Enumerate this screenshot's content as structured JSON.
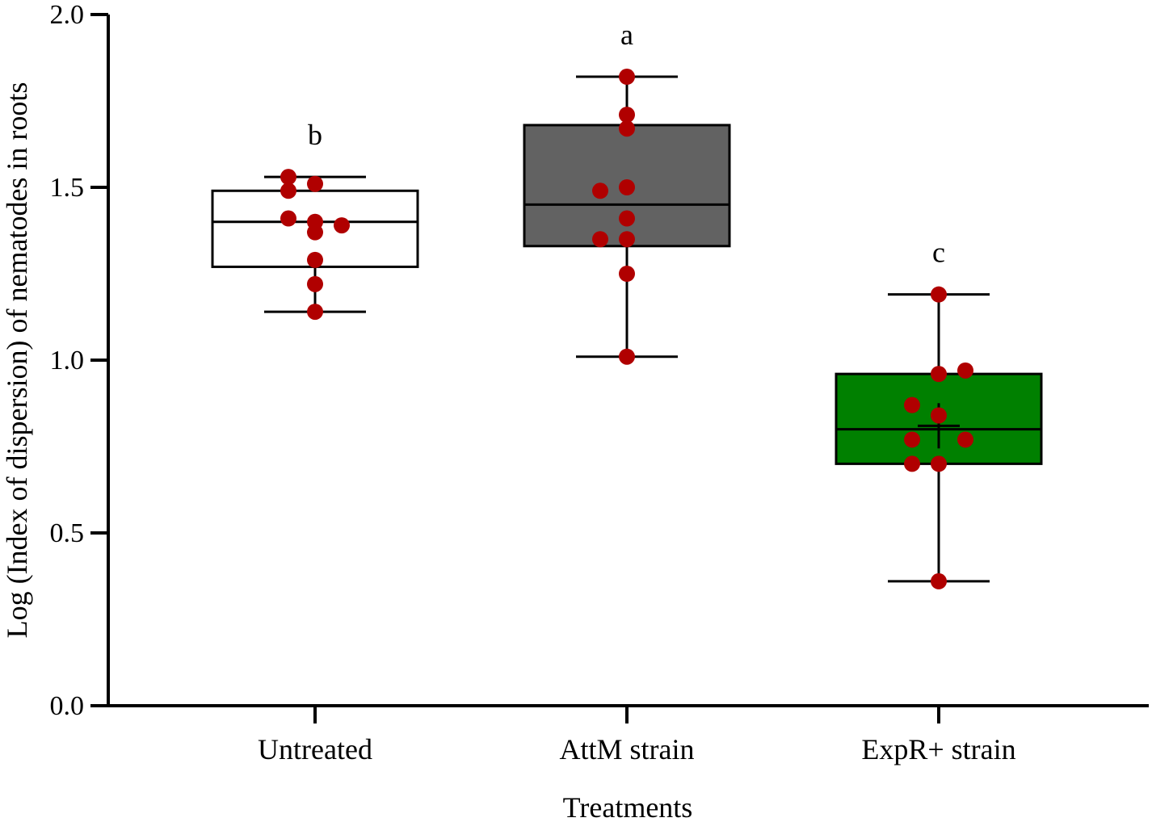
{
  "chart_data": {
    "type": "box",
    "xlabel": "Treatments",
    "ylabel": "Log (Index of dispersion) of nematodes in roots",
    "ylim": [
      0,
      2.0
    ],
    "yticks": [
      "0.0",
      "0.5",
      "1.0",
      "1.5",
      "2.0"
    ],
    "categories": [
      "Untreated",
      "AttM strain",
      "ExpR+ strain"
    ],
    "series": [
      {
        "category": "Untreated",
        "color": "#ffffff",
        "whisker_low": 1.14,
        "q1": 1.27,
        "median": 1.4,
        "q3": 1.49,
        "whisker_high": 1.53,
        "mean_marker": null,
        "significance": "b",
        "points": [
          {
            "dx": -0.1,
            "y": 1.53
          },
          {
            "dx": 0.0,
            "y": 1.51
          },
          {
            "dx": -0.1,
            "y": 1.49
          },
          {
            "dx": -0.1,
            "y": 1.41
          },
          {
            "dx": 0.0,
            "y": 1.4
          },
          {
            "dx": 0.1,
            "y": 1.39
          },
          {
            "dx": 0.0,
            "y": 1.37
          },
          {
            "dx": 0.0,
            "y": 1.29
          },
          {
            "dx": 0.0,
            "y": 1.22
          },
          {
            "dx": 0.0,
            "y": 1.14
          }
        ]
      },
      {
        "category": "AttM strain",
        "color": "#626262",
        "whisker_low": 1.01,
        "q1": 1.33,
        "median": 1.45,
        "q3": 1.68,
        "whisker_high": 1.82,
        "mean_marker": null,
        "significance": "a",
        "points": [
          {
            "dx": 0.0,
            "y": 1.82
          },
          {
            "dx": 0.0,
            "y": 1.71
          },
          {
            "dx": 0.0,
            "y": 1.67
          },
          {
            "dx": -0.1,
            "y": 1.49
          },
          {
            "dx": 0.0,
            "y": 1.5
          },
          {
            "dx": 0.0,
            "y": 1.41
          },
          {
            "dx": -0.1,
            "y": 1.35
          },
          {
            "dx": 0.0,
            "y": 1.35
          },
          {
            "dx": 0.0,
            "y": 1.25
          },
          {
            "dx": 0.0,
            "y": 1.01
          }
        ]
      },
      {
        "category": "ExpR+ strain",
        "color": "#008000",
        "whisker_low": 0.36,
        "q1": 0.7,
        "median": 0.8,
        "q3": 0.96,
        "whisker_high": 1.19,
        "mean_marker": 0.81,
        "significance": "c",
        "points": [
          {
            "dx": 0.0,
            "y": 1.19
          },
          {
            "dx": 0.0,
            "y": 0.96
          },
          {
            "dx": 0.1,
            "y": 0.97
          },
          {
            "dx": -0.1,
            "y": 0.87
          },
          {
            "dx": 0.0,
            "y": 0.84
          },
          {
            "dx": -0.1,
            "y": 0.77
          },
          {
            "dx": 0.1,
            "y": 0.77
          },
          {
            "dx": -0.1,
            "y": 0.7
          },
          {
            "dx": 0.0,
            "y": 0.7
          },
          {
            "dx": 0.0,
            "y": 0.36
          }
        ]
      }
    ],
    "point_color": "#b00000",
    "grid": false,
    "legend": "none"
  }
}
